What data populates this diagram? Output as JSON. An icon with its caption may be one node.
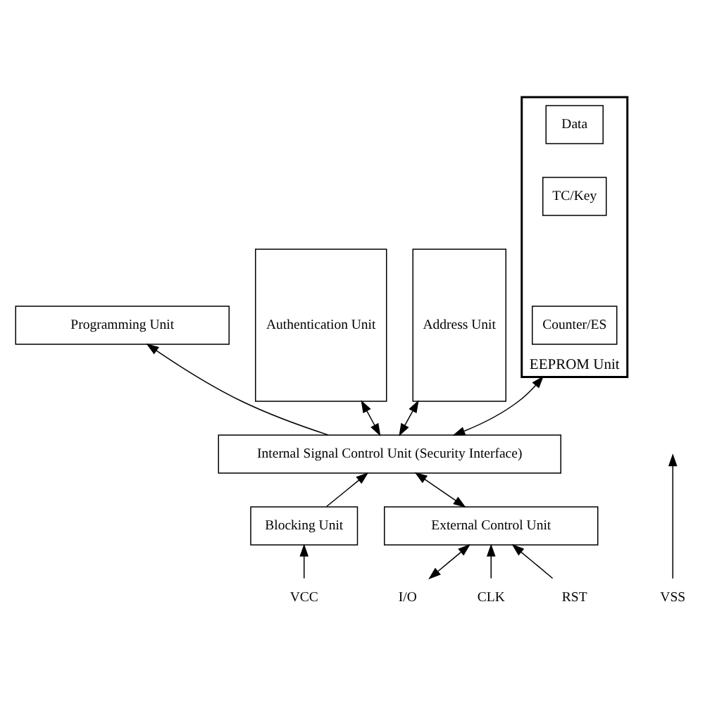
{
  "diagram": {
    "nodes": [
      {
        "text": [
          "Programming Unit"
        ]
      },
      {
        "text": [
          "Authentication Unit"
        ]
      },
      {
        "text": [
          "Address Unit"
        ]
      },
      {
        "text": [
          "EEPROM Unit"
        ]
      },
      {
        "text": [
          "Data"
        ],
        "in": 3
      },
      {
        "text": [
          "TC/Key"
        ],
        "in": 3
      },
      {
        "text": [
          "Counter/ES"
        ],
        "in": 3
      },
      {
        "text": [
          "Internal Signal Control Unit (Security Interface)"
        ]
      },
      {
        "text": [
          "Blocking Unit"
        ]
      },
      {
        "text": [
          "External Control Unit"
        ]
      },
      {
        "text": [
          "VCC"
        ]
      },
      {
        "text": [
          "I/O"
        ]
      },
      {
        "text": [
          "CLK"
        ]
      },
      {
        "text": [
          "RST"
        ]
      },
      {
        "text": [
          "VSS"
        ]
      }
    ],
    "edges": [
      {
        "from": 1,
        "to": 7,
        "arrow": "both"
      },
      {
        "from": 2,
        "to": 7,
        "arrow": "both"
      },
      {
        "from": 3,
        "to": 7,
        "arrow": "both"
      },
      {
        "from": 7,
        "to": 0,
        "arrow": "to"
      },
      {
        "from": 8,
        "to": 7,
        "arrow": "to"
      },
      {
        "from": 9,
        "to": 7,
        "arrow": "both"
      },
      {
        "from": 10,
        "to": 8,
        "arrow": "to"
      },
      {
        "from": 11,
        "to": 9,
        "arrow": "both"
      },
      {
        "from": 12,
        "to": 9,
        "arrow": "to"
      },
      {
        "from": 13,
        "to": 9,
        "arrow": "to"
      },
      {
        "from": 14,
        "to": null,
        "arrow": "to"
      }
    ]
  }
}
